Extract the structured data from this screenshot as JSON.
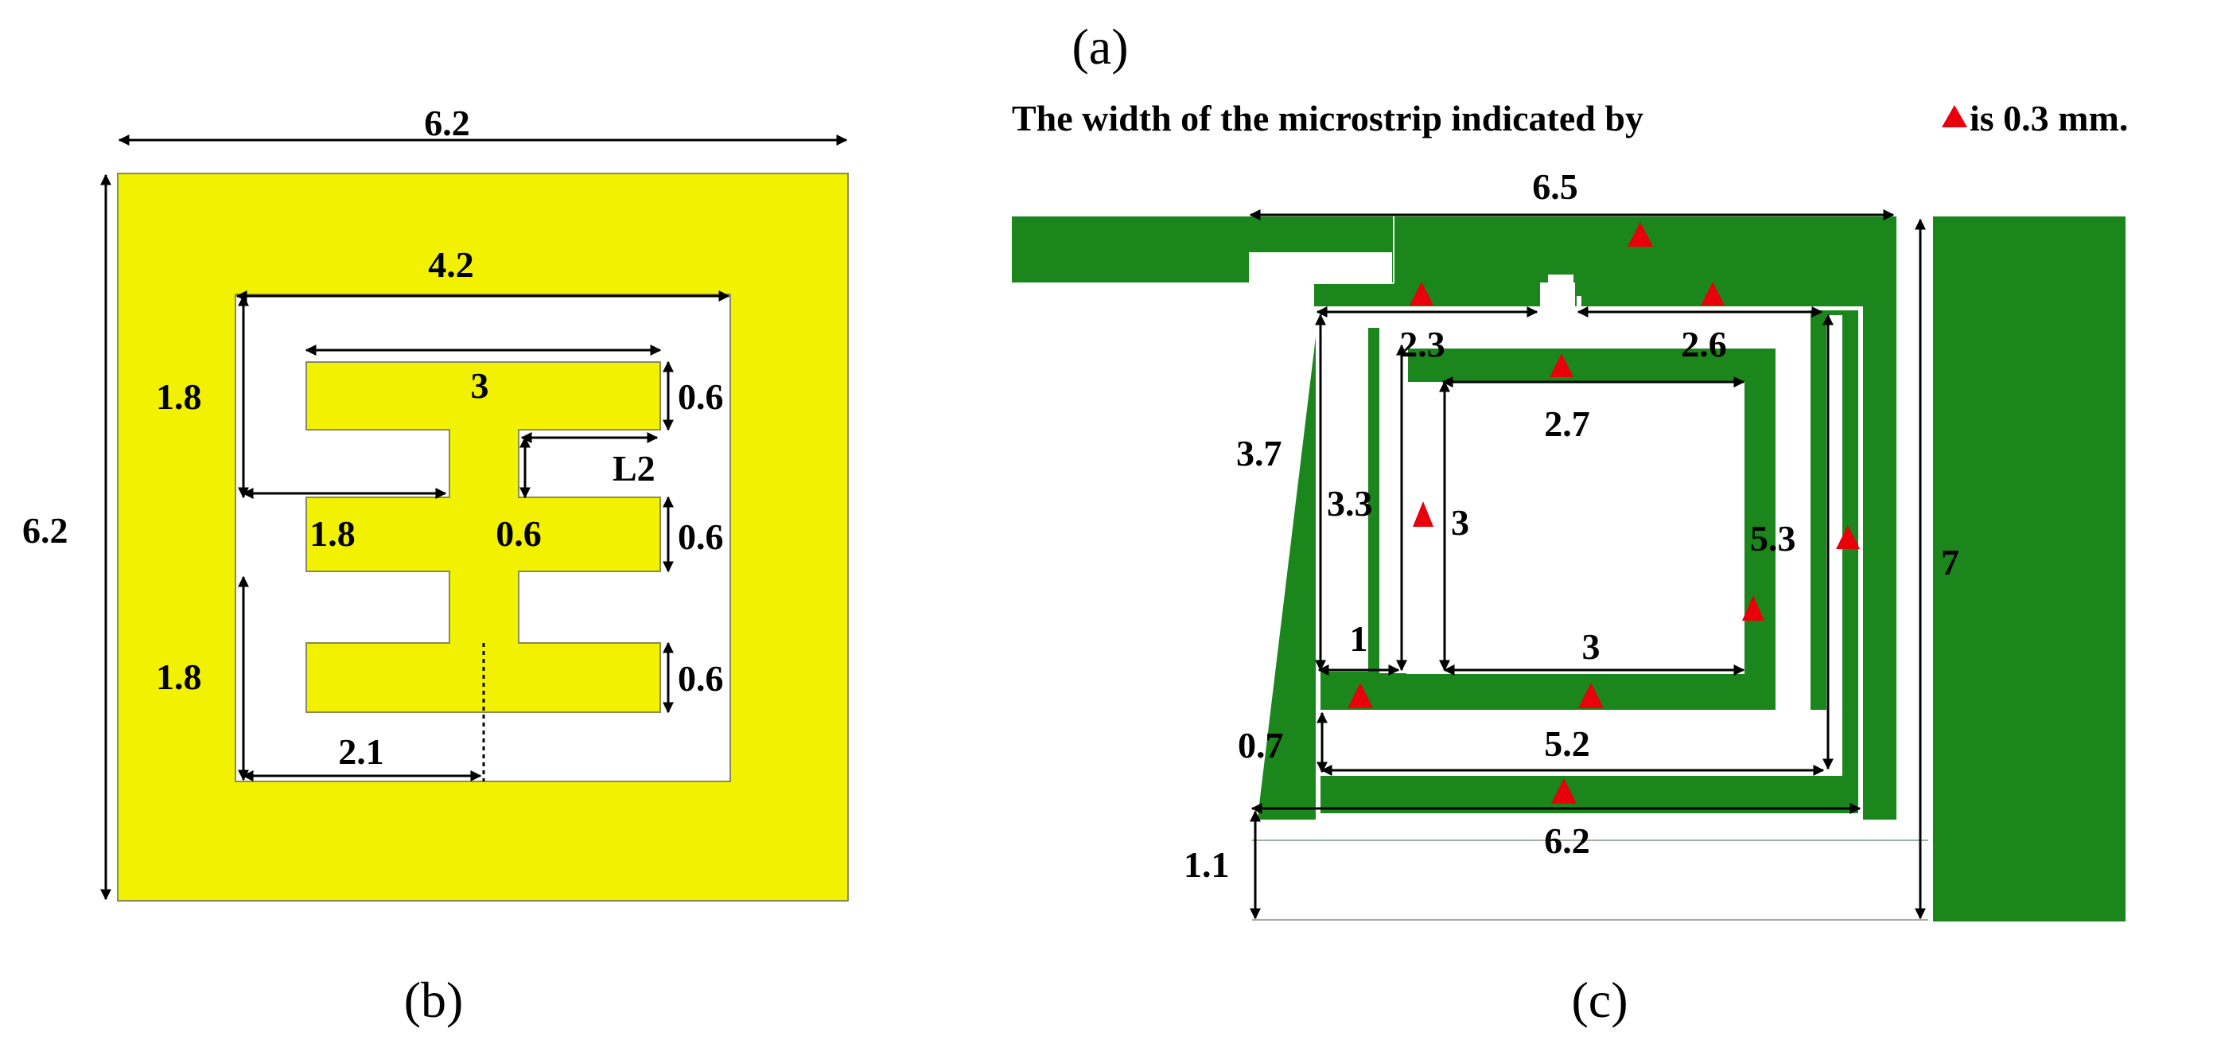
{
  "panel_labels": {
    "a": "(a)",
    "b": "(b)",
    "c": "(c)"
  },
  "note": {
    "before": "The width of the microstrip indicated by",
    "after": "is 0.3 mm."
  },
  "colors": {
    "metal_b": "#f2f200",
    "metal_c": "#1b861b",
    "marker": "#e8000b",
    "background": "#ffffff",
    "dimension": "#000000"
  },
  "dims_b": {
    "outer_width": "6.2",
    "outer_height": "6.2",
    "slot_width": "4.2",
    "top_bar": "3",
    "top_slot_h": "1.8",
    "mid_slot_w": "1.8",
    "mid_gap": "0.6",
    "bottom_slot_h": "1.8",
    "bar_h_top": "0.6",
    "bar_h_mid": "0.6",
    "bar_h_bottom": "0.6",
    "gap_l2": "L2",
    "bottom_slot_w": "2.1"
  },
  "dims_c": {
    "top_line": "6.5",
    "left_segment": "2.3",
    "right_segment": "2.6",
    "inner_top": "2.7",
    "outer_left_h": "3.7",
    "mid_left_h": "3.3",
    "inner_left_h": "3",
    "right_h": "5.3",
    "total_h": "7",
    "small_w": "1",
    "inner_bottom": "3",
    "lower_gap_h": "0.7",
    "lower_w": "5.2",
    "bottom_gap_h": "1.1",
    "bottom_w": "6.2"
  }
}
